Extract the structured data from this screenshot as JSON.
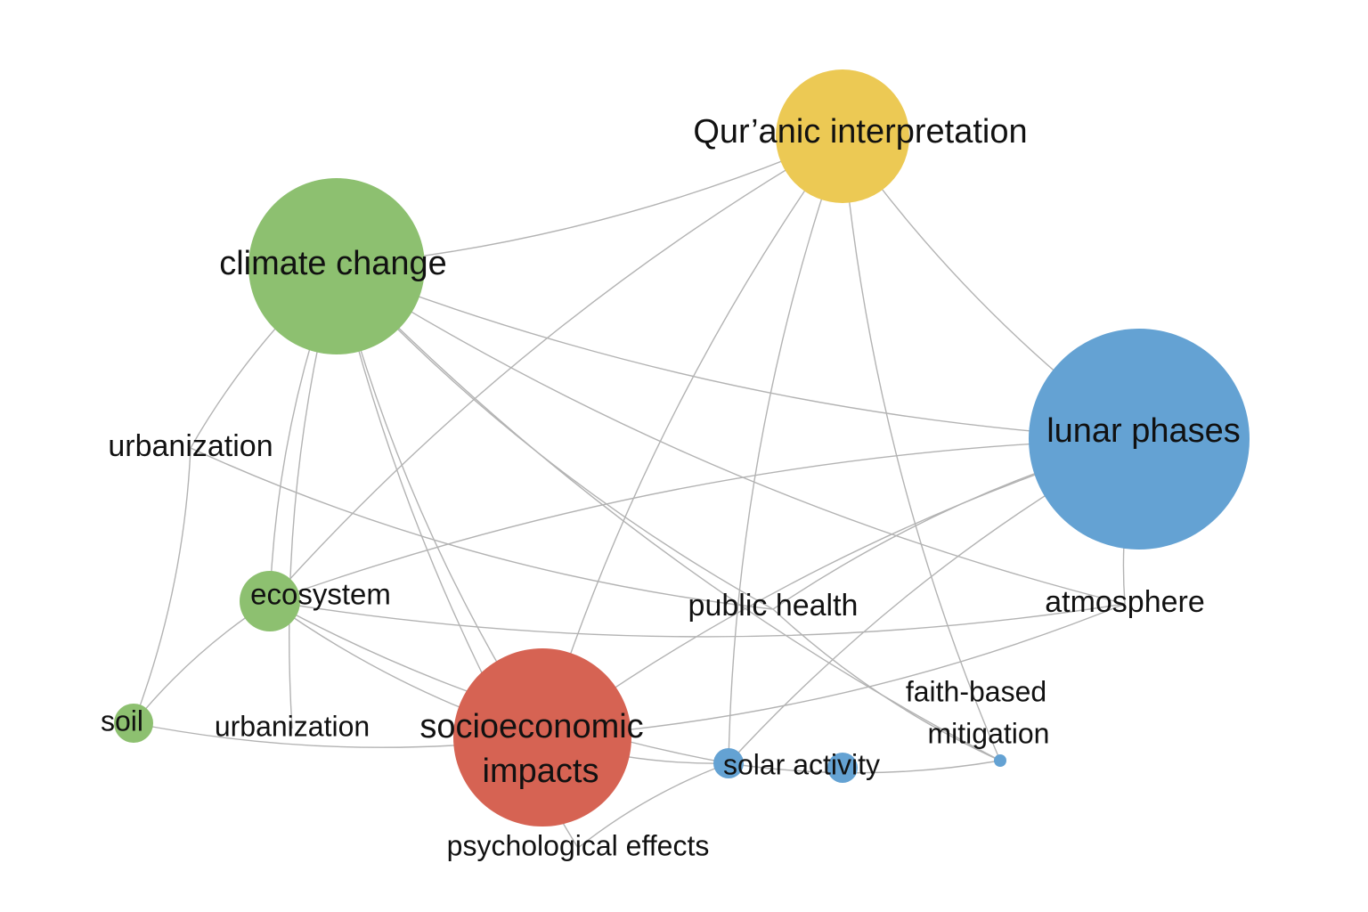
{
  "colors": {
    "green": "#8dc070",
    "yellow": "#ecc954",
    "blue": "#64a2d3",
    "red": "#d66353",
    "edge": "#b3b3b3",
    "background": "#ffffff"
  },
  "nodes": [
    {
      "id": "quranic",
      "label": "Qur’anic interpretation",
      "color": "yellow",
      "size": "large"
    },
    {
      "id": "climate",
      "label": "climate change",
      "color": "green",
      "size": "large"
    },
    {
      "id": "lunar",
      "label": "lunar phases",
      "color": "blue",
      "size": "large"
    },
    {
      "id": "socio",
      "label": "socioeconomic impacts",
      "color": "red",
      "size": "large"
    },
    {
      "id": "urban1",
      "label": "urbanization",
      "color": "none",
      "size": "label-only"
    },
    {
      "id": "ecosystem",
      "label": "ecosystem",
      "color": "green",
      "size": "small"
    },
    {
      "id": "soil",
      "label": "soil",
      "color": "green",
      "size": "small"
    },
    {
      "id": "urban2",
      "label": "urbanization",
      "color": "none",
      "size": "label-only"
    },
    {
      "id": "publichealth",
      "label": "public health",
      "color": "none",
      "size": "label-only"
    },
    {
      "id": "atmosphere",
      "label": "atmosphere",
      "color": "none",
      "size": "label-only"
    },
    {
      "id": "faith",
      "label": "faith-based mitigation",
      "color": "blue",
      "size": "tiny"
    },
    {
      "id": "solar",
      "label": "solar activity",
      "color": "blue",
      "size": "small"
    },
    {
      "id": "psych",
      "label": "psychological effects",
      "color": "none",
      "size": "label-only"
    }
  ],
  "edges": [
    [
      "climate",
      "quranic"
    ],
    [
      "climate",
      "lunar"
    ],
    [
      "climate",
      "urban1"
    ],
    [
      "climate",
      "ecosystem"
    ],
    [
      "climate",
      "urban2"
    ],
    [
      "climate",
      "socio"
    ],
    [
      "climate",
      "psych"
    ],
    [
      "climate",
      "publichealth"
    ],
    [
      "climate",
      "atmosphere"
    ],
    [
      "climate",
      "faith"
    ],
    [
      "quranic",
      "lunar"
    ],
    [
      "quranic",
      "ecosystem"
    ],
    [
      "quranic",
      "socio"
    ],
    [
      "quranic",
      "solar"
    ],
    [
      "quranic",
      "faith"
    ],
    [
      "lunar",
      "ecosystem"
    ],
    [
      "lunar",
      "socio"
    ],
    [
      "lunar",
      "solar"
    ],
    [
      "lunar",
      "publichealth"
    ],
    [
      "lunar",
      "atmosphere"
    ],
    [
      "urban1",
      "publichealth"
    ],
    [
      "ecosystem",
      "soil"
    ],
    [
      "ecosystem",
      "socio"
    ],
    [
      "ecosystem",
      "atmosphere"
    ],
    [
      "ecosystem",
      "solar"
    ],
    [
      "soil",
      "socio"
    ],
    [
      "soil",
      "urban1"
    ],
    [
      "socio",
      "solar"
    ],
    [
      "socio",
      "atmosphere"
    ],
    [
      "solar",
      "faith"
    ],
    [
      "solar",
      "psych"
    ],
    [
      "publichealth",
      "faith"
    ]
  ]
}
